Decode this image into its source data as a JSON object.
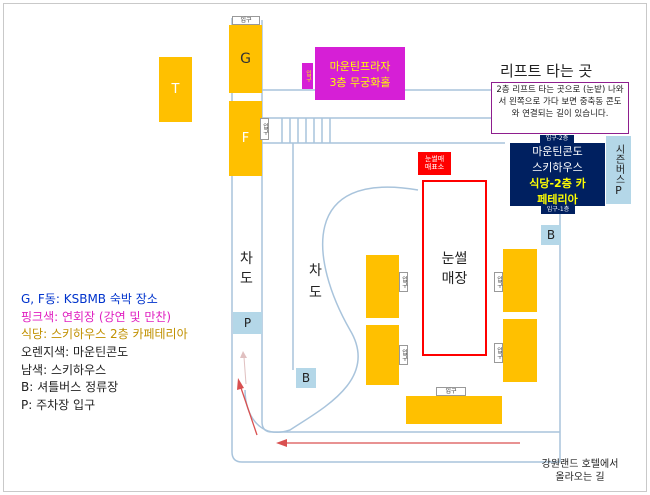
{
  "buildings": {
    "g": "G",
    "f": "F",
    "t": "T",
    "entrance": "입구",
    "plaza_entrance": "입구",
    "condo_entrance_2f": "입구-2층",
    "condo_entrance_1f": "입구-1층"
  },
  "plaza": {
    "line1": "마운틴프라자",
    "line2": "3층 무궁화홀"
  },
  "lift": {
    "title": "리프트 타는 곳",
    "note": "2층 리프트 타는 곳으로 (눈밭) 나와서 왼쪽으로 가다 보면 중축동 콘도와 연결되는 길이 있습니다."
  },
  "condo": {
    "line1": "마운틴콘도",
    "line2": "스키하우스",
    "line3": "식당-2층 카",
    "line4": "페테리아"
  },
  "shuttle": {
    "label": "시즌버스",
    "p": "P"
  },
  "slope": {
    "label_line1": "눈썰",
    "label_line2": "매장",
    "ticket_line1": "눈썰매",
    "ticket_line2": "매표소"
  },
  "roads": {
    "left_top": "차",
    "left_bottom": "도",
    "mid_top": "차",
    "mid_bottom": "도"
  },
  "markers": {
    "bus_mid": "B",
    "bus_right": "B",
    "parking": "P"
  },
  "hotel_path": {
    "line1": "강원랜드 호텔에서",
    "line2": "올라오는 길"
  },
  "legend": {
    "gf": "G, F동: KSBMB 숙박 장소",
    "pink": "핑크색: 연회장 (강연 및 만찬)",
    "food": "식당: 스키하우스 2층 카페테리아",
    "orange": "오렌지색: 마운틴콘도",
    "navy": "남색: 스키하우스",
    "bus": "B: 셔틀버스 정류장",
    "parking": "P: 주차장 입구"
  },
  "colors": {
    "building": "#ffc000",
    "plaza": "#d61fd6",
    "plaza_text": "#ffff00",
    "condo": "#002060",
    "condo_yellow": "#ffff00",
    "slope_border": "#ff0000",
    "legend_blue": "#0033cc",
    "legend_pink": "#e020c0",
    "legend_gold": "#c09000",
    "road_line": "#a9c4dc",
    "hotel_arrow": "#d95050",
    "lift_box": "#8e1e8e"
  }
}
